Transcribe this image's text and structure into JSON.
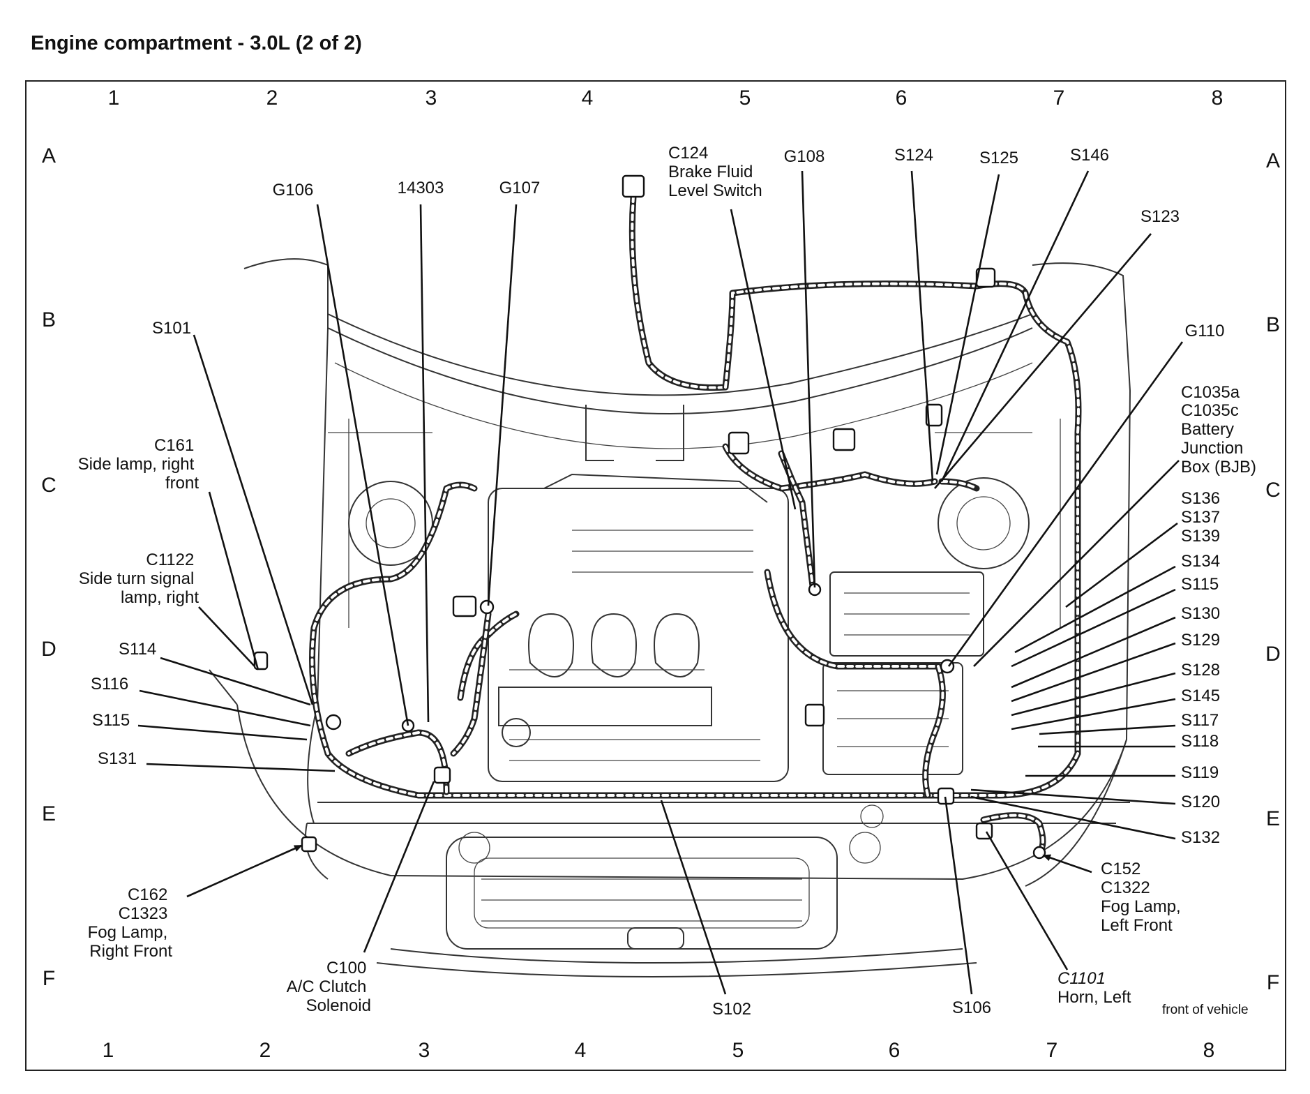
{
  "title": "Engine compartment - 3.0L (2 of 2)",
  "grid": {
    "columns": [
      "1",
      "2",
      "3",
      "4",
      "5",
      "6",
      "7",
      "8"
    ],
    "rows": [
      "A",
      "B",
      "C",
      "D",
      "E",
      "F"
    ]
  },
  "labels": {
    "g106": [
      "G106"
    ],
    "c14303": [
      "14303"
    ],
    "g107": [
      "G107"
    ],
    "c124": [
      "C124",
      "Brake Fluid",
      "Level Switch"
    ],
    "g108": [
      "G108"
    ],
    "s124": [
      "S124"
    ],
    "s125": [
      "S125"
    ],
    "s146": [
      "S146"
    ],
    "s123": [
      "S123"
    ],
    "g110": [
      "G110"
    ],
    "bjb": [
      "C1035a",
      "C1035c",
      "Battery",
      "Junction",
      "Box (BJB)"
    ],
    "s136": [
      "S136",
      "S137",
      "S139"
    ],
    "s134": [
      "S134"
    ],
    "s115r": [
      "S115"
    ],
    "s130": [
      "S130"
    ],
    "s129": [
      "S129"
    ],
    "s128": [
      "S128"
    ],
    "s145": [
      "S145"
    ],
    "s117": [
      "S117"
    ],
    "s118": [
      "S118"
    ],
    "s119": [
      "S119"
    ],
    "s120": [
      "S120"
    ],
    "s132": [
      "S132"
    ],
    "c152": [
      "C152",
      "C1322",
      "Fog Lamp,",
      "Left Front"
    ],
    "c1101": [
      "C1101",
      "Horn, Left"
    ],
    "s106": [
      "S106"
    ],
    "s102": [
      "S102"
    ],
    "c100": [
      "C100",
      "A/C Clutch",
      "Solenoid"
    ],
    "c162": [
      "C162",
      "C1323",
      "Fog Lamp,",
      "Right Front"
    ],
    "s101": [
      "S101"
    ],
    "c161": [
      "C161",
      "Side lamp, right",
      "front"
    ],
    "c1122": [
      "C1122",
      "Side turn signal",
      "lamp, right"
    ],
    "s114": [
      "S114"
    ],
    "s116": [
      "S116"
    ],
    "s115l": [
      "S115"
    ],
    "s131": [
      "S131"
    ],
    "front": [
      "front of vehicle"
    ]
  }
}
